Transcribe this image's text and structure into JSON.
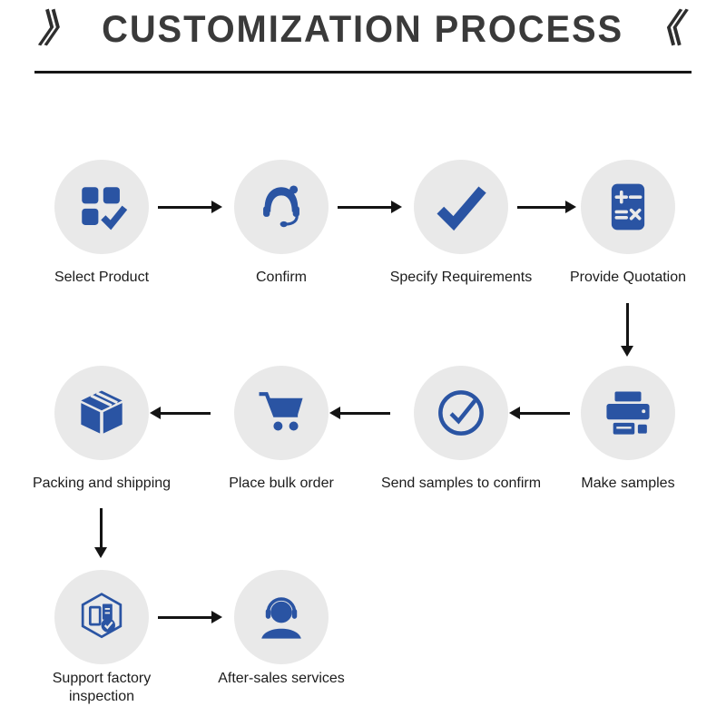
{
  "title": "CUSTOMIZATION PROCESS",
  "title_marks": {
    "left": "》",
    "right": "《"
  },
  "colors": {
    "accent-blue": "#2a54a3",
    "circle-bg": "#e9e9e9",
    "arrow-black": "#141414"
  },
  "steps": [
    {
      "label": "Select Product",
      "icon": "product-grid-icon"
    },
    {
      "label": "Confirm",
      "icon": "customer-service-icon"
    },
    {
      "label": "Specify Requirements",
      "icon": "checkmark-icon"
    },
    {
      "label": "Provide Quotation",
      "icon": "calculator-icon"
    },
    {
      "label": "Make samples",
      "icon": "printer-icon"
    },
    {
      "label": "Send samples to confirm",
      "icon": "circle-check-icon"
    },
    {
      "label": "Place bulk order",
      "icon": "shopping-cart-icon"
    },
    {
      "label": "Packing and shipping",
      "icon": "shipping-box-icon"
    },
    {
      "label": "Support factory inspection",
      "icon": "factory-inspection-icon"
    },
    {
      "label": "After-sales services",
      "icon": "after-sales-headset-icon"
    }
  ]
}
